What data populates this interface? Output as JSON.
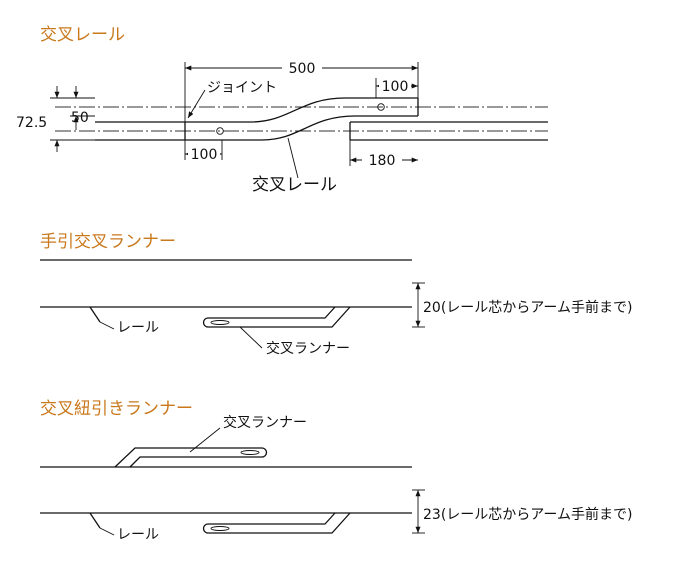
{
  "sections": {
    "cross_rail": {
      "title": "交叉レール",
      "dim_overall": "500",
      "dim_joint_offset": "100",
      "dim_right_offset": "100",
      "dim_right_length": "180",
      "dim_height_outer": "72.5",
      "dim_height_inner": "50",
      "label_joint": "ジョイント",
      "label_rail": "交叉レール"
    },
    "hand_runner": {
      "title": "手引交叉ランナー",
      "label_rail": "レール",
      "label_runner": "交叉ランナー",
      "dimension_note": "20(レール芯からアーム手前まで)"
    },
    "cord_runner": {
      "title": "交叉紐引きランナー",
      "label_runner": "交叉ランナー",
      "label_rail": "レール",
      "dimension_note": "23(レール芯からアーム手前まで)"
    }
  }
}
